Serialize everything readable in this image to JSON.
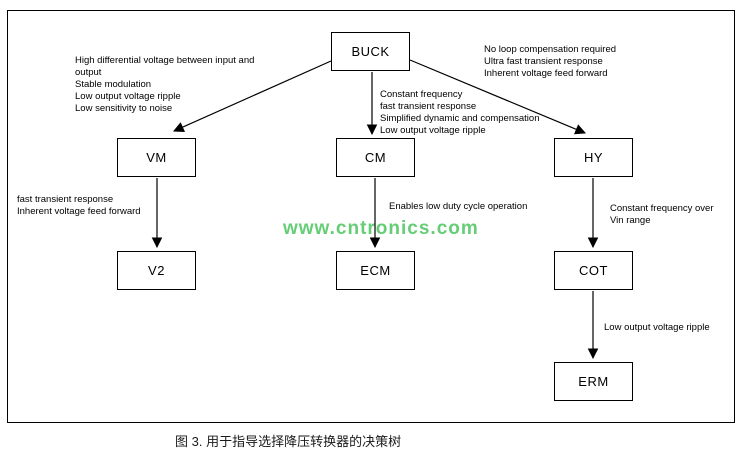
{
  "diagram": {
    "nodes": {
      "buck": {
        "label": "BUCK"
      },
      "vm": {
        "label": "VM"
      },
      "cm": {
        "label": "CM"
      },
      "hy": {
        "label": "HY"
      },
      "v2": {
        "label": "V2"
      },
      "ecm": {
        "label": "ECM"
      },
      "cot": {
        "label": "COT"
      },
      "erm": {
        "label": "ERM"
      }
    },
    "annotations": {
      "buck_to_vm": "High differential voltage between input and\noutput\nStable modulation\nLow output voltage ripple\nLow sensitivity to noise",
      "buck_to_cm": "Constant frequency\nfast transient response\nSimplified dynamic and compensation\nLow output voltage ripple",
      "buck_to_hy": "No loop compensation required\nUltra fast transient response\nInherent voltage feed forward",
      "vm_to_v2": "fast transient response\nInherent voltage feed forward",
      "cm_to_ecm": "Enables low duty cycle operation",
      "hy_to_cot": "Constant frequency over\nVin range",
      "cot_to_erm": "Low output voltage ripple"
    },
    "watermark": {
      "text": "www.cntronics.com",
      "color": "#4bc55f"
    },
    "caption": "图 3. 用于指导选择降压转换器的决策树",
    "line_color": "#000000"
  }
}
